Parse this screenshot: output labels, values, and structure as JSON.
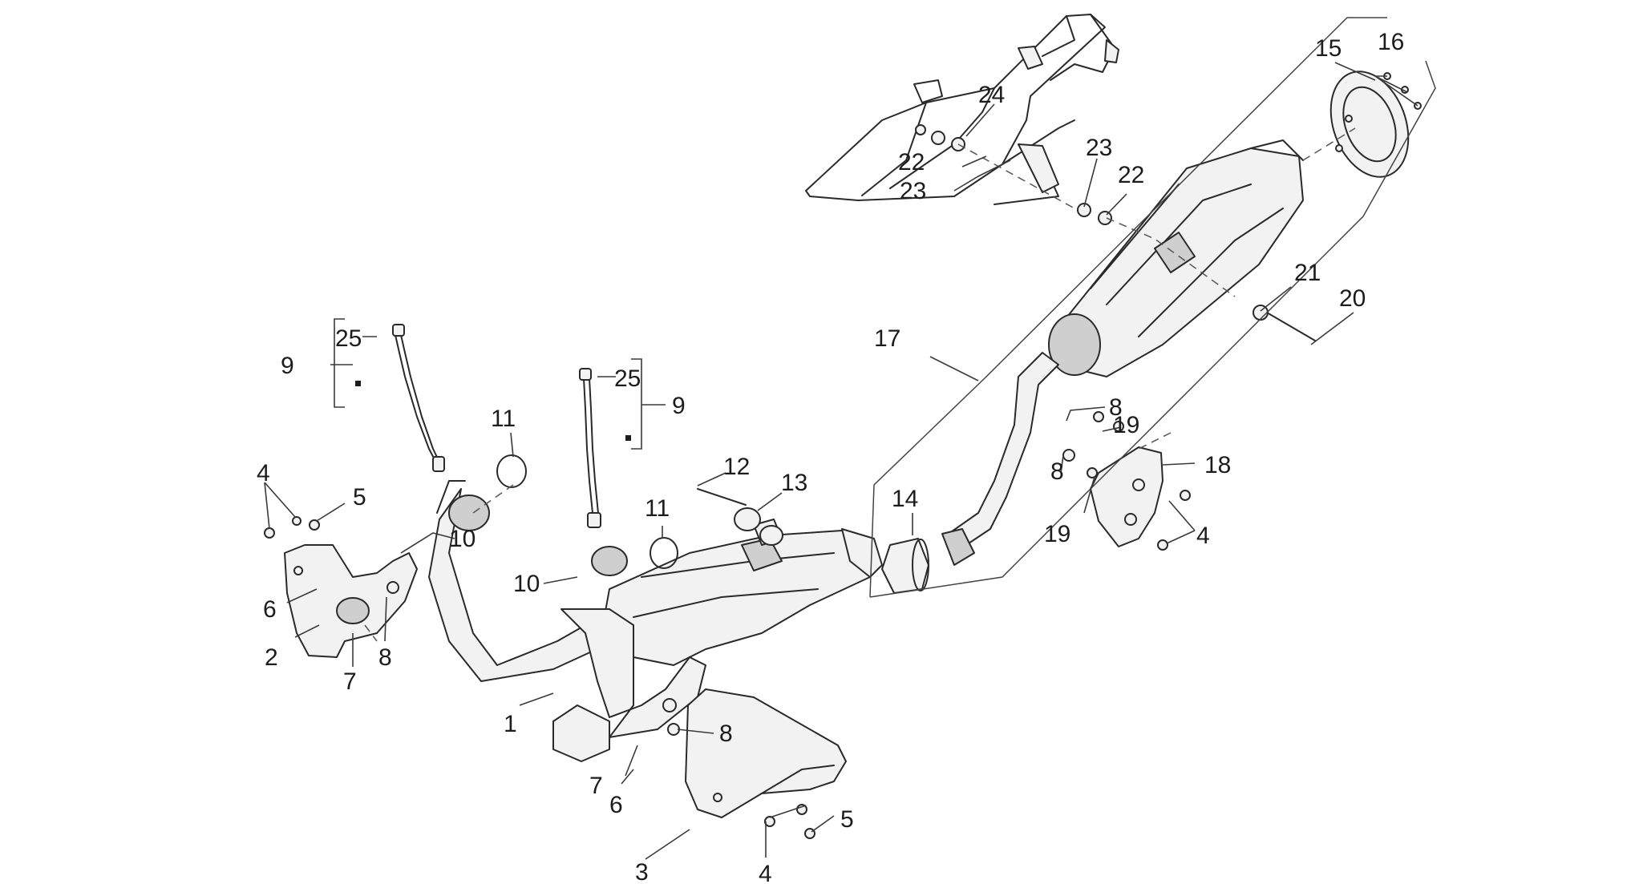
{
  "callouts": [
    {
      "label": "1"
    },
    {
      "label": "2"
    },
    {
      "label": "3"
    },
    {
      "label": "4"
    },
    {
      "label": "4"
    },
    {
      "label": "4"
    },
    {
      "label": "5"
    },
    {
      "label": "5"
    },
    {
      "label": "6"
    },
    {
      "label": "6"
    },
    {
      "label": "7"
    },
    {
      "label": "7"
    },
    {
      "label": "8"
    },
    {
      "label": "8"
    },
    {
      "label": "8"
    },
    {
      "label": "8"
    },
    {
      "label": "9"
    },
    {
      "label": "9"
    },
    {
      "label": "10"
    },
    {
      "label": "10"
    },
    {
      "label": "11"
    },
    {
      "label": "11"
    },
    {
      "label": "12"
    },
    {
      "label": "13"
    },
    {
      "label": "14"
    },
    {
      "label": "15"
    },
    {
      "label": "16"
    },
    {
      "label": "17"
    },
    {
      "label": "18"
    },
    {
      "label": "19"
    },
    {
      "label": "19"
    },
    {
      "label": "20"
    },
    {
      "label": "21"
    },
    {
      "label": "22"
    },
    {
      "label": "22"
    },
    {
      "label": "23"
    },
    {
      "label": "23"
    },
    {
      "label": "24"
    },
    {
      "label": "25"
    },
    {
      "label": "25"
    }
  ],
  "colors": {
    "line": "#2a2a2a",
    "background": "#ffffff"
  }
}
